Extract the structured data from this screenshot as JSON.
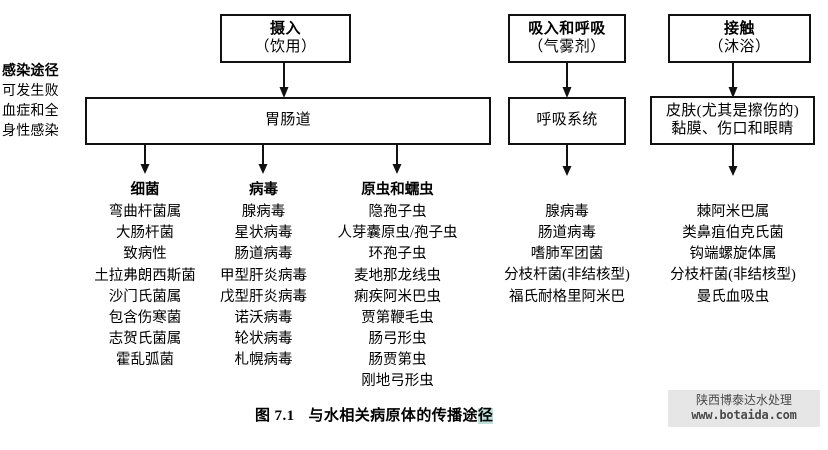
{
  "side_label": {
    "strong": "感染途径",
    "lines": [
      "可发生败",
      "血症和全",
      "身性感染"
    ]
  },
  "boxes": {
    "ingestion": {
      "title": "摄入",
      "sub": "（饮用）"
    },
    "inhalation": {
      "title": "吸入和呼吸",
      "sub": "（气雾剂）"
    },
    "contact": {
      "title": "接触",
      "sub": "（沐浴）"
    },
    "gi_tract": {
      "label": "胃肠道"
    },
    "respiratory": {
      "label": "呼吸系统"
    },
    "skin": {
      "line1": "皮肤(尤其是擦伤的)",
      "line2": "黏膜、伤口和眼睛"
    }
  },
  "columns": [
    {
      "head": "细菌",
      "items": [
        "弯曲杆菌属",
        "大肠杆菌",
        "致病性",
        "土拉弗朗西斯菌",
        "沙门氏菌属",
        "包含伤寒菌",
        "志贺氏菌属",
        "霍乱弧菌"
      ]
    },
    {
      "head": "病毒",
      "items": [
        "腺病毒",
        "星状病毒",
        "肠道病毒",
        "甲型肝炎病毒",
        "戊型肝炎病毒",
        "诺沃病毒",
        "轮状病毒",
        "札幌病毒"
      ]
    },
    {
      "head": "原虫和蠕虫",
      "items": [
        "隐孢子虫",
        "人芽囊原虫/孢子虫",
        "环孢子虫",
        "麦地那龙线虫",
        "痢疾阿米巴虫",
        "贾第鞭毛虫",
        "肠弓形虫",
        "肠贾第虫",
        "刚地弓形虫"
      ]
    },
    {
      "head": "",
      "items": [
        "腺病毒",
        "肠道病毒",
        "嗜肺军团菌",
        "分枝杆菌(非结核型)",
        "福氏耐格里阿米巴"
      ]
    },
    {
      "head": "",
      "items": [
        "棘阿米巴属",
        "类鼻疽伯克氏菌",
        "钩端螺旋体属",
        "分枝杆菌(非结核型)",
        "曼氏血吸虫"
      ]
    }
  ],
  "caption": {
    "number": "图 7.1",
    "text_plain": "与水相关病原体的传播途",
    "text_selected": "径"
  },
  "watermark": {
    "cn": "陕西博泰达水处理",
    "url": "www.botaida.com"
  },
  "colors": {
    "stroke": "#111111",
    "selection": "#bfe0da",
    "watermark_bg": "#e6e6e6"
  }
}
